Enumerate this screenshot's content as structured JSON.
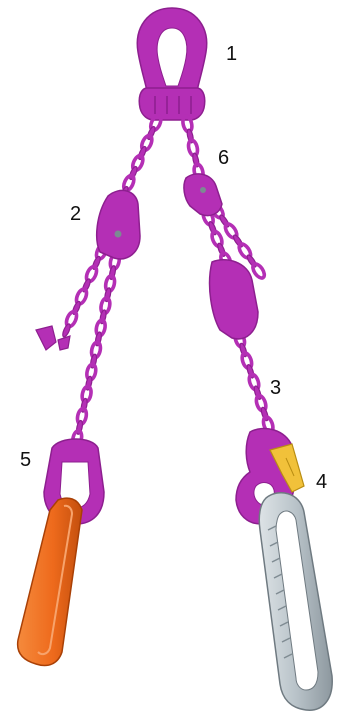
{
  "colors": {
    "chain": "#b42fb5",
    "chain_dark": "#8d1f8f",
    "chain_light": "#d56fd5",
    "sling_orange": "#ee6a1c",
    "sling_orange_dark": "#c34f0d",
    "gray_link": "#b9c3c9",
    "gray_link_dark": "#7f8b92",
    "latch_yellow": "#f1c13a",
    "background": "#ffffff"
  },
  "callouts": [
    {
      "id": "1",
      "text": "1"
    },
    {
      "id": "2",
      "text": "2"
    },
    {
      "id": "3",
      "text": "3"
    },
    {
      "id": "4",
      "text": "4"
    },
    {
      "id": "5",
      "text": "5"
    },
    {
      "id": "6",
      "text": "6"
    }
  ],
  "components": [
    {
      "name": "master-link",
      "icon": "master-link-icon"
    },
    {
      "name": "shortening-clutch-left",
      "icon": "clutch-icon"
    },
    {
      "name": "chain-leg-right",
      "icon": "chain-icon"
    },
    {
      "name": "hook-with-latch",
      "icon": "hook-icon"
    },
    {
      "name": "end-link-sling",
      "icon": "sling-icon"
    },
    {
      "name": "shortening-clutch-right",
      "icon": "clutch-icon"
    }
  ]
}
